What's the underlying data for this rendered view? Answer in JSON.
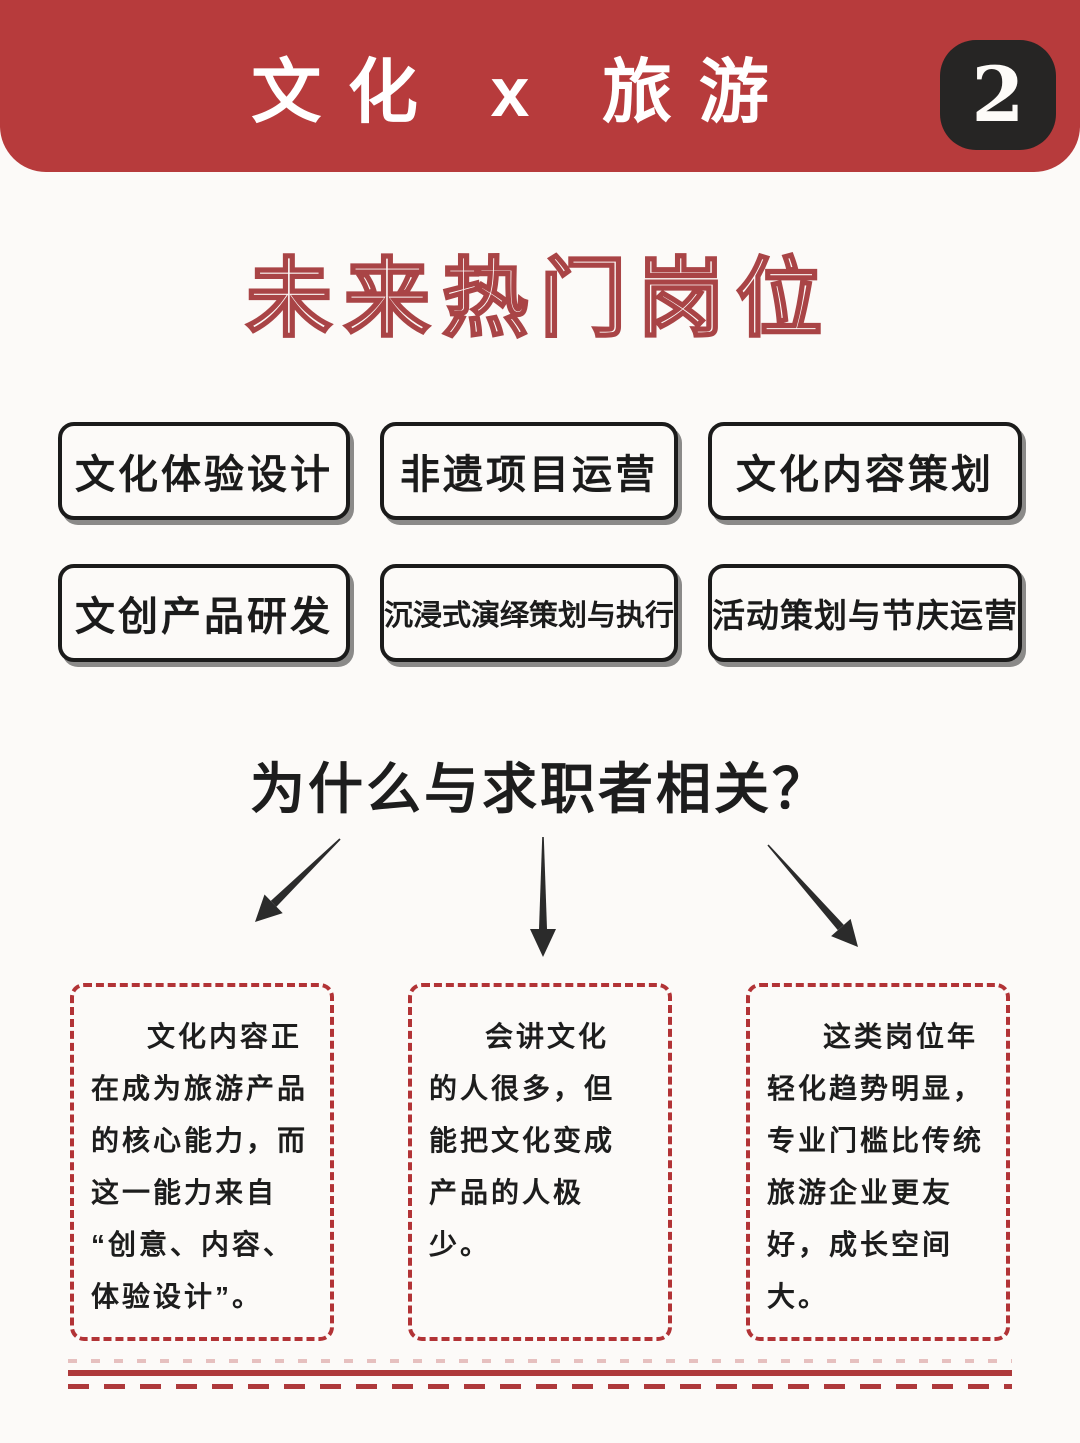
{
  "header": {
    "title": "文化 x 旅游",
    "page_number": "2",
    "banner_color": "#b73b3c",
    "badge_color": "#262524"
  },
  "section": {
    "title": "未来热门岗位",
    "outline_color": "#a94446"
  },
  "jobs": [
    "文化体验设计",
    "非遗项目运营",
    "文化内容策划",
    "文创产品研发",
    "沉浸式演绎策划与执行",
    "活动策划与节庆运营"
  ],
  "question": {
    "title": "为什么与求职者相关？"
  },
  "icons": {
    "arrows": [
      "arrow-down-left",
      "arrow-down",
      "arrow-down-right"
    ],
    "arrow_color": "#2b2b2b"
  },
  "reasons": [
    {
      "lines": [
        "文化内容正",
        "在成为旅游产品",
        "的核心能力，而",
        "这一能力来自",
        "“创意、内容、",
        "体验设计”。"
      ]
    },
    {
      "lines": [
        "会讲文化",
        "的人很多，但",
        "能把文化变成",
        "产品的人极",
        "少。"
      ]
    },
    {
      "lines": [
        "这类岗位年",
        "轻化趋势明显，",
        "专业门槛比传统",
        "旅游企业更友",
        "好，成长空间",
        "大。"
      ]
    }
  ],
  "divider": {
    "color": "#ae393b"
  }
}
